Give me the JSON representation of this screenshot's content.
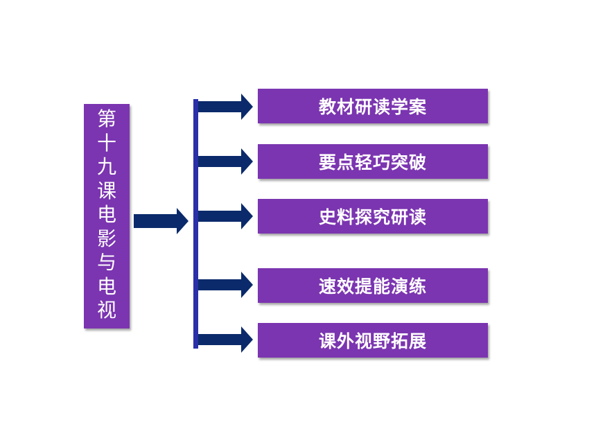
{
  "lesson_title": "第十九课电影与电视",
  "topics": [
    {
      "label": "教材研读学案"
    },
    {
      "label": "要点轻巧突破"
    },
    {
      "label": "史料探究研读"
    },
    {
      "label": "速效提能演练"
    },
    {
      "label": "课外视野拓展"
    }
  ],
  "colors": {
    "box_fill": "#7b35b0",
    "arrow_fill": "#0b2a6b",
    "spine": "#2b2fa8",
    "text": "#ffffff"
  }
}
